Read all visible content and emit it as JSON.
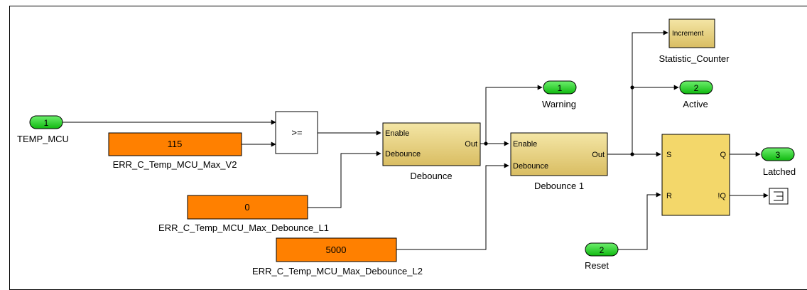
{
  "inports": {
    "temp_mcu": {
      "num": "1",
      "label": "TEMP_MCU"
    },
    "reset": {
      "num": "2",
      "label": "Reset"
    }
  },
  "outports": {
    "warning": {
      "num": "1",
      "label": "Warning"
    },
    "active": {
      "num": "2",
      "label": "Active"
    },
    "latched": {
      "num": "3",
      "label": "Latched"
    }
  },
  "constants": {
    "max_v2": {
      "value": "115",
      "label": "ERR_C_Temp_MCU_Max_V2"
    },
    "debounce_l1": {
      "value": "0",
      "label": "ERR_C_Temp_MCU_Max_Debounce_L1"
    },
    "debounce_l2": {
      "value": "5000",
      "label": "ERR_C_Temp_MCU_Max_Debounce_L2"
    }
  },
  "compare": {
    "operator": ">="
  },
  "debounce1": {
    "name": "Debounce",
    "in_enable": "Enable",
    "in_debounce": "Debounce",
    "out": "Out"
  },
  "debounce2": {
    "name": "Debounce 1",
    "in_enable": "Enable",
    "in_debounce": "Debounce",
    "out": "Out"
  },
  "counter": {
    "name": "Statistic_Counter",
    "port": "Increment"
  },
  "sr_latch": {
    "s": "S",
    "r": "R",
    "q": "Q",
    "nq": "!Q"
  },
  "colors": {
    "port_fill": "#20d020",
    "constant_fill": "#ff8000",
    "subsystem_fill": "#e9d68c",
    "latch_fill": "#f3d76a",
    "line": "#000000"
  }
}
